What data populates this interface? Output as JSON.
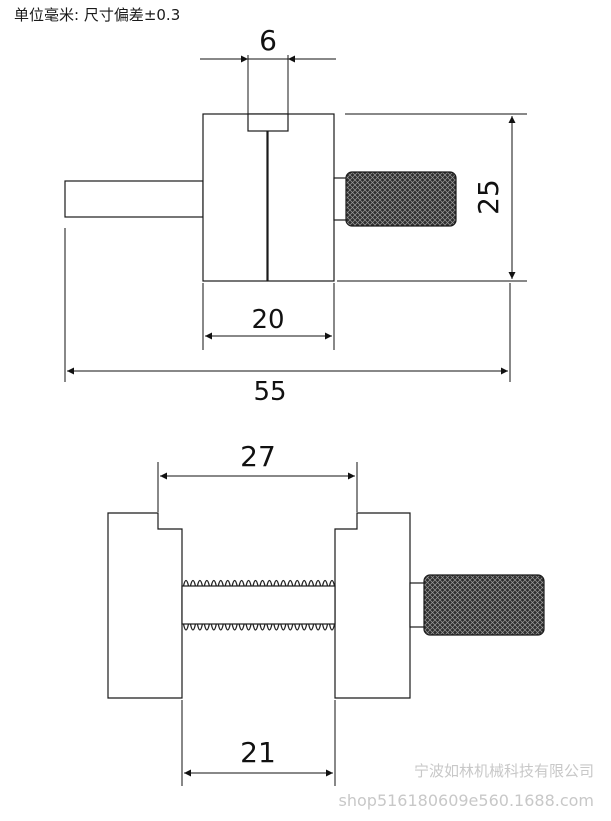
{
  "header": {
    "note": "单位毫米: 尺寸偏差±0.3"
  },
  "top_view": {
    "dim_slot": "6",
    "dim_height": "25",
    "dim_body": "20",
    "dim_total": "55"
  },
  "bottom_view": {
    "dim_outer": "27",
    "dim_inner": "21"
  },
  "watermark": {
    "company": "宁波如林机械科技有限公司",
    "url": "shop516180609e560.1688.com"
  },
  "colors": {
    "line": "#1a1a1a",
    "body_fill": "#ffffff",
    "knurl": "#2b2b2b"
  }
}
